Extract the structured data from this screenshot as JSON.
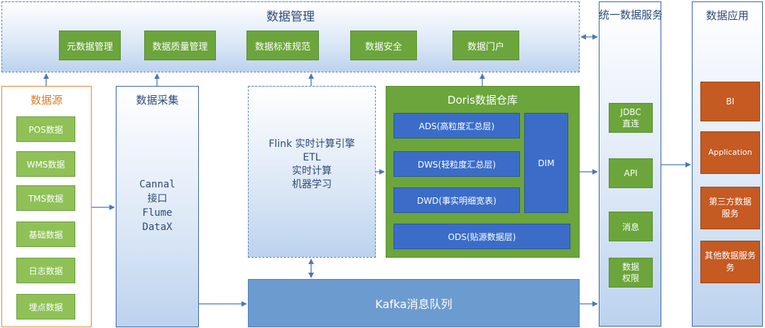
{
  "management": {
    "title": "数据管理",
    "items": [
      "元数据管理",
      "数据质量管理",
      "数据标准规范",
      "数据安全",
      "数据门户"
    ]
  },
  "source": {
    "title": "数据源",
    "items": [
      "POS数据",
      "WMS数据",
      "TMS数据",
      "基础数据",
      "日志数据",
      "埋点数据"
    ]
  },
  "collection": {
    "title": "数据采集",
    "lines": [
      "Cannal",
      "接口",
      "Flume",
      "DataX"
    ]
  },
  "flink": {
    "lines": [
      "Flink 实时计算引擎",
      "ETL",
      "实时计算",
      "机器学习"
    ]
  },
  "warehouse": {
    "title": "Doris数据仓库",
    "ads": "ADS(高粒度汇总层)",
    "dws": "DWS(轻粒度汇总层)",
    "dwd": "DWD(事实明细宽表)",
    "ods": "ODS(贴源数据层)",
    "dim": "DIM"
  },
  "kafka": {
    "label": "Kafka消息队列"
  },
  "unified": {
    "title": "统一数据服务",
    "jdbc": [
      "JDBC",
      "直连"
    ],
    "api": "API",
    "message": "消息",
    "permission": [
      "数据",
      "权限"
    ]
  },
  "application": {
    "title": "数据应用",
    "bi": "BI",
    "app": "Application",
    "third": [
      "第三方数据",
      "服务"
    ],
    "other": [
      "其他数据服务",
      "务"
    ]
  },
  "colors": {
    "arrow": "#4a78b8",
    "green": "#6ba53c",
    "blue_layer": "#3b6dc8",
    "orange": "#c55a22",
    "source_border": "#e08a3c"
  }
}
